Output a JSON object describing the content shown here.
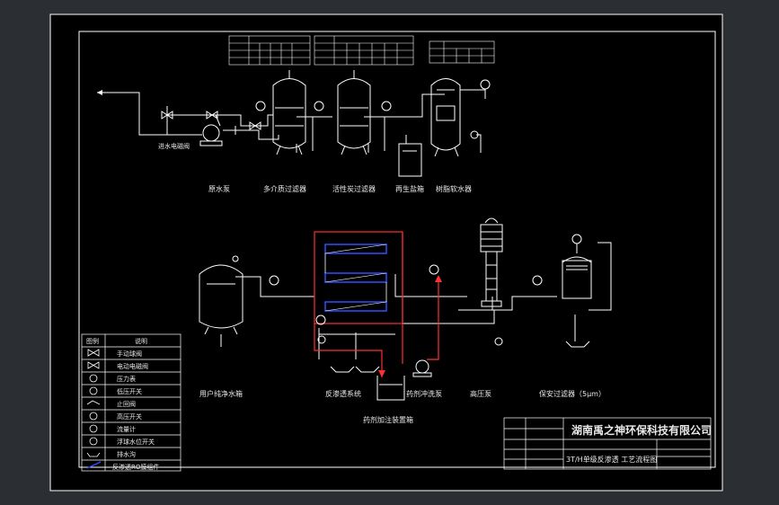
{
  "equipment_labels": {
    "raw_pump": "原水泵",
    "multimedia_filter": "多介质过滤器",
    "carbon_filter": "活性炭过滤器",
    "brine_tank": "再生盐箱",
    "softener": "树脂软水器",
    "user_tank": "用户纯净水箱",
    "ro_system": "反渗透系统",
    "cleaning_pump": "药剂冲洗泵",
    "dosing_tank": "药剂加注装置箱",
    "hp_pump": "高压泵",
    "security_filter": "保安过滤器（5μm）",
    "inlet_valve": "进水电磁阀"
  },
  "legend": {
    "header": [
      "图例",
      "说明"
    ],
    "items": [
      "手动球阀",
      "电动电磁阀",
      "压力表",
      "低压开关",
      "止回阀",
      "高压开关",
      "流量计",
      "浮球水位开关",
      "排水沟",
      "反渗透RO膜组件"
    ]
  },
  "title_block": {
    "company": "湖南禹之神环保科技有限公司",
    "drawing_title": "3T/H单级反渗透 工艺流程图"
  },
  "colors": {
    "background": "#000000",
    "line": "#ffffff",
    "accent_red": "#ff3030",
    "membrane": "#2f4fff"
  }
}
